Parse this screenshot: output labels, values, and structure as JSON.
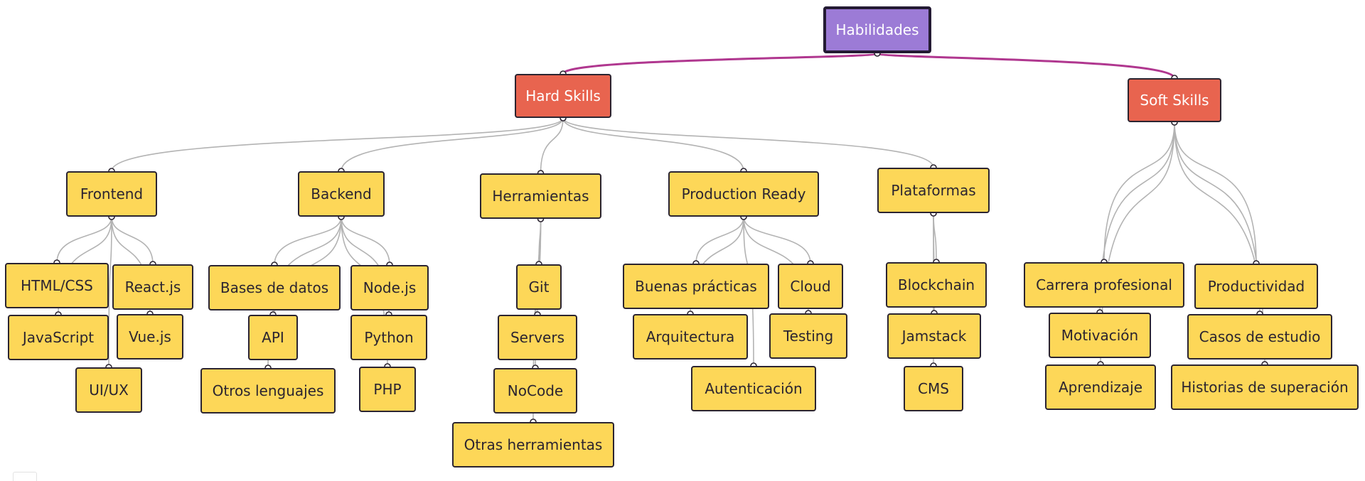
{
  "colors": {
    "root_fill": "#9c7bd6",
    "branch_fill": "#e8644f",
    "leaf_fill": "#fdd758",
    "root_link": "#b0378f",
    "link": "#b3b3b3"
  },
  "nodes": {
    "root": {
      "label": "Habilidades"
    },
    "hard": {
      "label": "Hard Skills"
    },
    "soft": {
      "label": "Soft Skills"
    },
    "frontend": {
      "label": "Frontend"
    },
    "backend": {
      "label": "Backend"
    },
    "herramientas": {
      "label": "Herramientas"
    },
    "production": {
      "label": "Production Ready"
    },
    "plataformas": {
      "label": "Plataformas"
    },
    "htmlcss": {
      "label": "HTML/CSS"
    },
    "javascript": {
      "label": "JavaScript"
    },
    "uiux": {
      "label": "UI/UX"
    },
    "reactjs": {
      "label": "React.js"
    },
    "vuejs": {
      "label": "Vue.js"
    },
    "basesdatos": {
      "label": "Bases de datos"
    },
    "api": {
      "label": "API"
    },
    "otroslenguajes": {
      "label": "Otros lenguajes"
    },
    "nodejs": {
      "label": "Node.js"
    },
    "python": {
      "label": "Python"
    },
    "php": {
      "label": "PHP"
    },
    "git": {
      "label": "Git"
    },
    "servers": {
      "label": "Servers"
    },
    "nocode": {
      "label": "NoCode"
    },
    "otrasherramientas": {
      "label": "Otras herramientas"
    },
    "buenaspracticas": {
      "label": "Buenas prácticas"
    },
    "arquitectura": {
      "label": "Arquitectura"
    },
    "autenticacion": {
      "label": "Autenticación"
    },
    "cloud": {
      "label": "Cloud"
    },
    "testing": {
      "label": "Testing"
    },
    "blockchain": {
      "label": "Blockchain"
    },
    "jamstack": {
      "label": "Jamstack"
    },
    "cms": {
      "label": "CMS"
    },
    "carrera": {
      "label": "Carrera profesional"
    },
    "motivacion": {
      "label": "Motivación"
    },
    "aprendizaje": {
      "label": "Aprendizaje"
    },
    "productividad": {
      "label": "Productividad"
    },
    "casos": {
      "label": "Casos de estudio"
    },
    "historias": {
      "label": "Historias de superación"
    }
  },
  "edges": [
    [
      "root",
      "hard",
      "root"
    ],
    [
      "root",
      "soft",
      "root"
    ],
    [
      "hard",
      "frontend"
    ],
    [
      "hard",
      "backend"
    ],
    [
      "hard",
      "herramientas"
    ],
    [
      "hard",
      "production"
    ],
    [
      "hard",
      "plataformas"
    ],
    [
      "frontend",
      "htmlcss"
    ],
    [
      "frontend",
      "javascript"
    ],
    [
      "frontend",
      "uiux"
    ],
    [
      "frontend",
      "reactjs"
    ],
    [
      "frontend",
      "vuejs"
    ],
    [
      "backend",
      "basesdatos"
    ],
    [
      "backend",
      "api"
    ],
    [
      "backend",
      "otroslenguajes"
    ],
    [
      "backend",
      "nodejs"
    ],
    [
      "backend",
      "python"
    ],
    [
      "backend",
      "php"
    ],
    [
      "herramientas",
      "git"
    ],
    [
      "herramientas",
      "servers"
    ],
    [
      "herramientas",
      "nocode"
    ],
    [
      "herramientas",
      "otrasherramientas"
    ],
    [
      "production",
      "buenaspracticas"
    ],
    [
      "production",
      "arquitectura"
    ],
    [
      "production",
      "autenticacion"
    ],
    [
      "production",
      "cloud"
    ],
    [
      "production",
      "testing"
    ],
    [
      "plataformas",
      "blockchain"
    ],
    [
      "plataformas",
      "jamstack"
    ],
    [
      "plataformas",
      "cms"
    ],
    [
      "soft",
      "carrera"
    ],
    [
      "soft",
      "motivacion"
    ],
    [
      "soft",
      "aprendizaje"
    ],
    [
      "soft",
      "productividad"
    ],
    [
      "soft",
      "casos"
    ],
    [
      "soft",
      "historias"
    ]
  ]
}
